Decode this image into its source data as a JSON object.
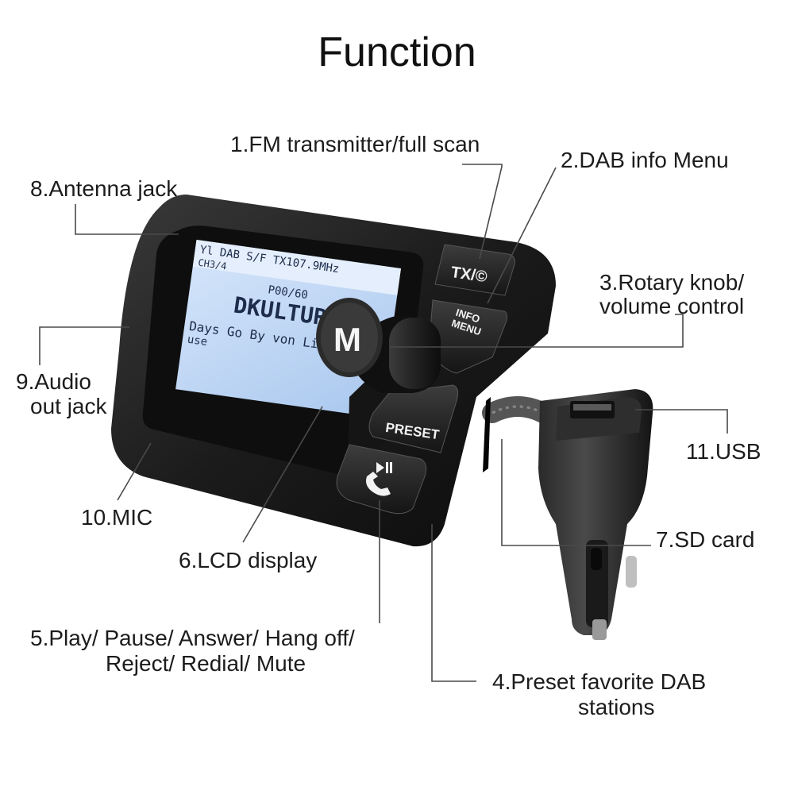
{
  "title": "Function",
  "labels": {
    "fm_transmitter": "1.FM transmitter/full scan",
    "dab_info_menu": "2.DAB info Menu",
    "rotary_knob_line1": "3.Rotary knob/",
    "rotary_knob_line2": "volume control",
    "preset_line1": "4.Preset favorite DAB",
    "preset_line2": "stations",
    "play_pause_line1": "5.Play/ Pause/ Answer/ Hang off/",
    "play_pause_line2": "Reject/ Redial/ Mute",
    "lcd_display": "6.LCD display",
    "sd_card": "7.SD card",
    "antenna_jack": "8.Antenna jack",
    "audio_out_line1": "9.Audio",
    "audio_out_line2": "out jack",
    "mic": "10.MIC",
    "usb": "11.USB"
  },
  "device": {
    "buttons": {
      "tx": "TX/©",
      "info_line1": "INFO",
      "info_line2": "MENU",
      "preset": "PRESET",
      "knob": "M"
    },
    "lcd": {
      "row1": "Yl DAB S/F TX107.9MHz",
      "row2_left": "CH3/4",
      "row2_right": "P00/60",
      "station": "DKULTUR",
      "text_line1": "Days Go By von Lifehouse",
      "text_line2": "use"
    }
  },
  "colors": {
    "device_body": "#1a1a1a",
    "lcd_background": "#bcd6f5",
    "lcd_text": "#1d2c4a"
  }
}
